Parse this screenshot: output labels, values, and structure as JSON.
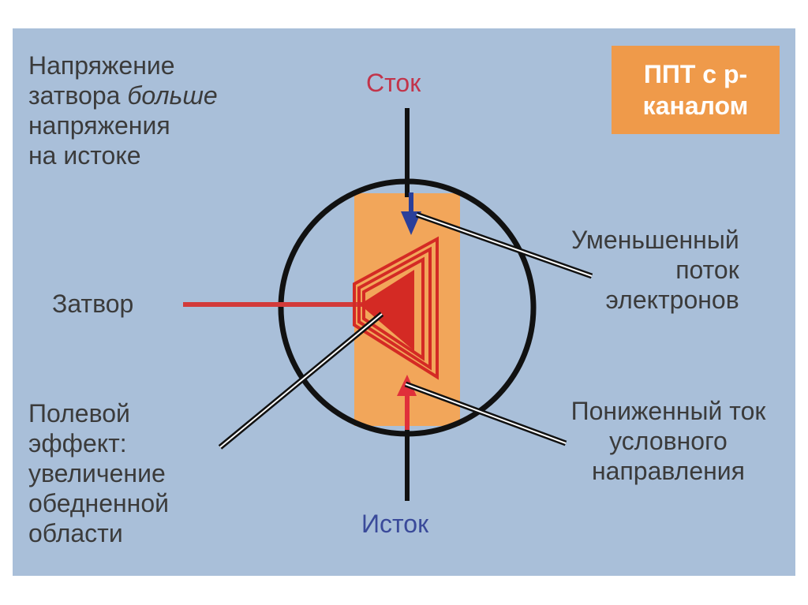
{
  "labels": {
    "gate_voltage": {
      "line1": "Напряжение",
      "line2_plain": "затвора ",
      "line2_italic": "больше",
      "line3": "напряжения",
      "line4": "на истоке"
    },
    "drain": "Сток",
    "source": "Исток",
    "gate": "Затвор",
    "field_effect": [
      "Полевой",
      "эффект:",
      "увеличение",
      "обедненной",
      "области"
    ],
    "reduced_flow": [
      "Уменьшенный",
      "поток",
      "электронов"
    ],
    "reduced_current": [
      "Пониженный ток",
      "условного",
      "направления"
    ]
  },
  "badge": [
    "ППТ с р-",
    "каналом"
  ],
  "colors": {
    "background": "#a9bfd9",
    "channel": "#f2a65a",
    "badge": "#ef9a4a",
    "gate_wedge": "#d42a24",
    "gate_line": "#d23a3a",
    "drain_label": "#c2344a",
    "source_label": "#3a4a9a",
    "electron_arrow": "#2a3f9a",
    "current_arrow": "#e0303a"
  }
}
